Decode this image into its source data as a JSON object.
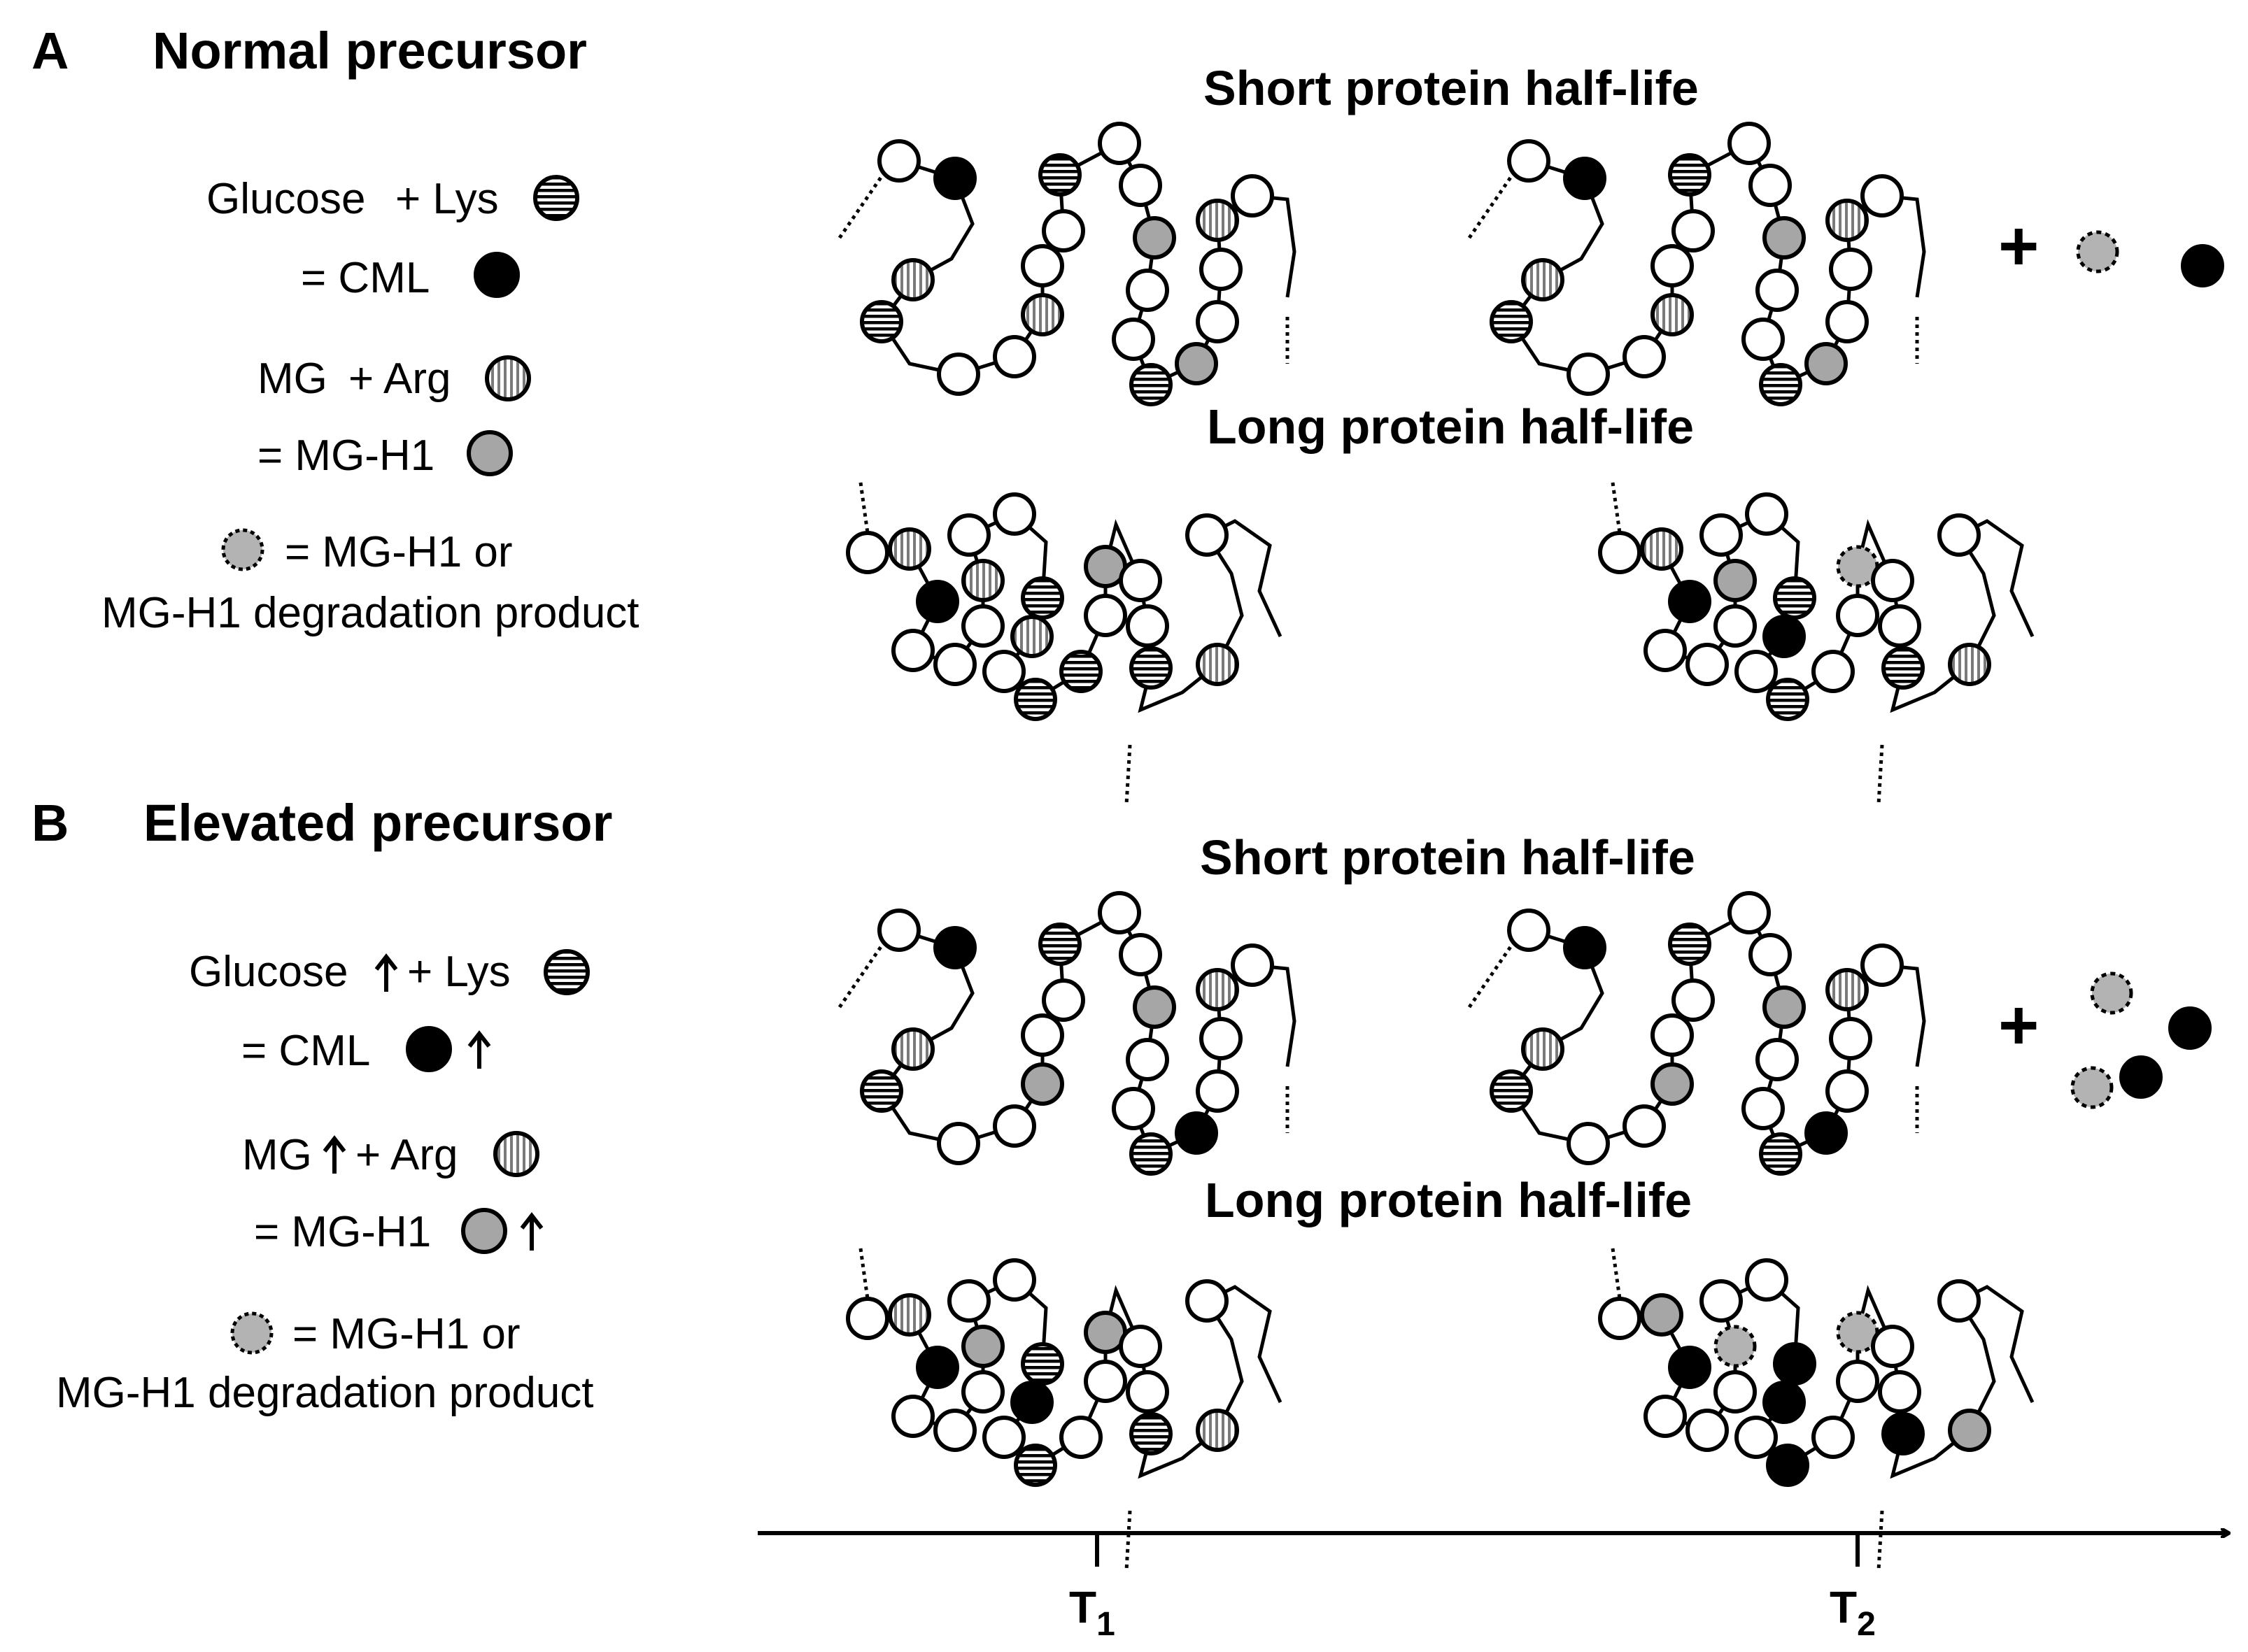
{
  "panels": [
    {
      "letter": "A",
      "title": "Normal precursor",
      "legend": {
        "glucose": "Glucose",
        "lys": "+ Lys",
        "cml": "= CML",
        "mg": "MG",
        "arg": "+ Arg",
        "mgh1": "= MG-H1",
        "degr1": "= MG-H1 or",
        "degr2": "MG-H1 degradation product"
      },
      "short_label": "Short protein half-life",
      "long_label": "Long protein half-life"
    },
    {
      "letter": "B",
      "title": "Elevated precursor",
      "legend": {
        "glucose": "Glucose",
        "lys": "+ Lys",
        "cml": "= CML",
        "mg": "MG",
        "arg": "+ Arg",
        "mgh1": "= MG-H1",
        "degr1": "= MG-H1 or",
        "degr2": "MG-H1 degradation product"
      },
      "short_label": "Short protein half-life",
      "long_label": "Long protein half-life"
    }
  ],
  "plus": "+",
  "timeline": {
    "t1": "T",
    "t1_sub": "1",
    "t2": "T",
    "t2_sub": "2"
  },
  "colors": {
    "line": "#000000",
    "white": "#ffffff",
    "cml": "#000000",
    "mgh1": "#a6a6a6",
    "degradation": "#b3b3b3"
  },
  "residue_types": {
    "w": "unmodified",
    "h": "lysine (horizontal stripes)",
    "v": "arginine (vertical stripes)",
    "b": "CML",
    "g": "MG-H1",
    "d": "MG-H1 or degradation product"
  },
  "chains": {
    "A_short_T1": "wbvhwwvwwhwwgwwhgwwvw",
    "A_short_T2": "wbvhwwvwwhwwgwwhgwwvw",
    "A_long_T1": "wvbwwwvwwhvwhhwgwwhvw",
    "A_long_T2": "wvbwwwgwwhbwhwwdwwhvw",
    "B_short_T1": "wbvhwwgwwhwwgwwhbwwvw",
    "B_short_T2": "wbvhwwgwwhwwgwwhbwwvw",
    "B_long_T1": "wvbwwwgwwhbwhwwgwwhvw",
    "B_long_T2": "wgbwwwdwwbbwbwwdwwbgw"
  },
  "free_products": {
    "A": [
      "d",
      "b"
    ],
    "B": [
      "d",
      "b",
      "d",
      "b"
    ]
  }
}
